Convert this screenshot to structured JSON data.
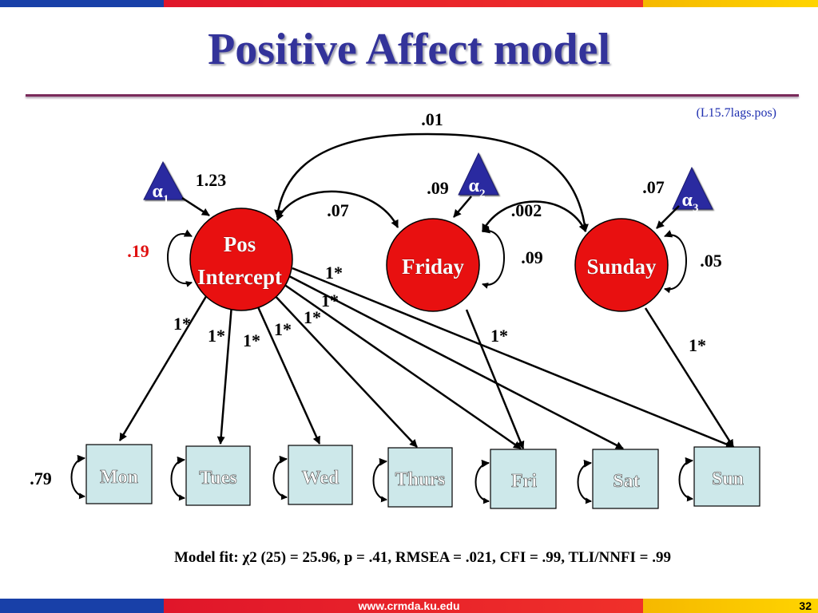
{
  "title": "Positive Affect model",
  "source_note": "(L15.7lags.pos)",
  "colors": {
    "latent_fill": "#e81010",
    "indicator_fill": "#cde8ea",
    "triangle_fill": "#2a2aa0",
    "title_color": "#33339a",
    "highlight_red": "#e01010"
  },
  "latents": [
    {
      "id": "pos",
      "label_line1": "Pos",
      "label_line2": "Intercept"
    },
    {
      "id": "friday",
      "label": "Friday"
    },
    {
      "id": "sunday",
      "label": "Sunday"
    }
  ],
  "means": [
    {
      "symbol": "α",
      "sub": "1"
    },
    {
      "symbol": "α",
      "sub": "2"
    },
    {
      "symbol": "α",
      "sub": "3"
    }
  ],
  "indicators": [
    "Mon",
    "Tues",
    "Wed",
    "Thurs",
    "Fri",
    "Sat",
    "Sun"
  ],
  "estimates": {
    "cov_pos_sunday": ".01",
    "cov_pos_friday": ".07",
    "cov_friday_sunday": ".002",
    "mean_pos": "1.23",
    "mean_friday": ".09",
    "mean_sunday": ".07",
    "var_pos": ".19",
    "var_friday": ".09",
    "var_sunday": ".05",
    "resid_mon": ".79",
    "loading_fixed": "1*"
  },
  "fit": "Model fit: χ2 (25) = 25.96, p = .41, RMSEA = .021, CFI = .99, TLI/NNFI = .99",
  "footer": {
    "url": "www.crmda.ku.edu",
    "page": "32"
  }
}
